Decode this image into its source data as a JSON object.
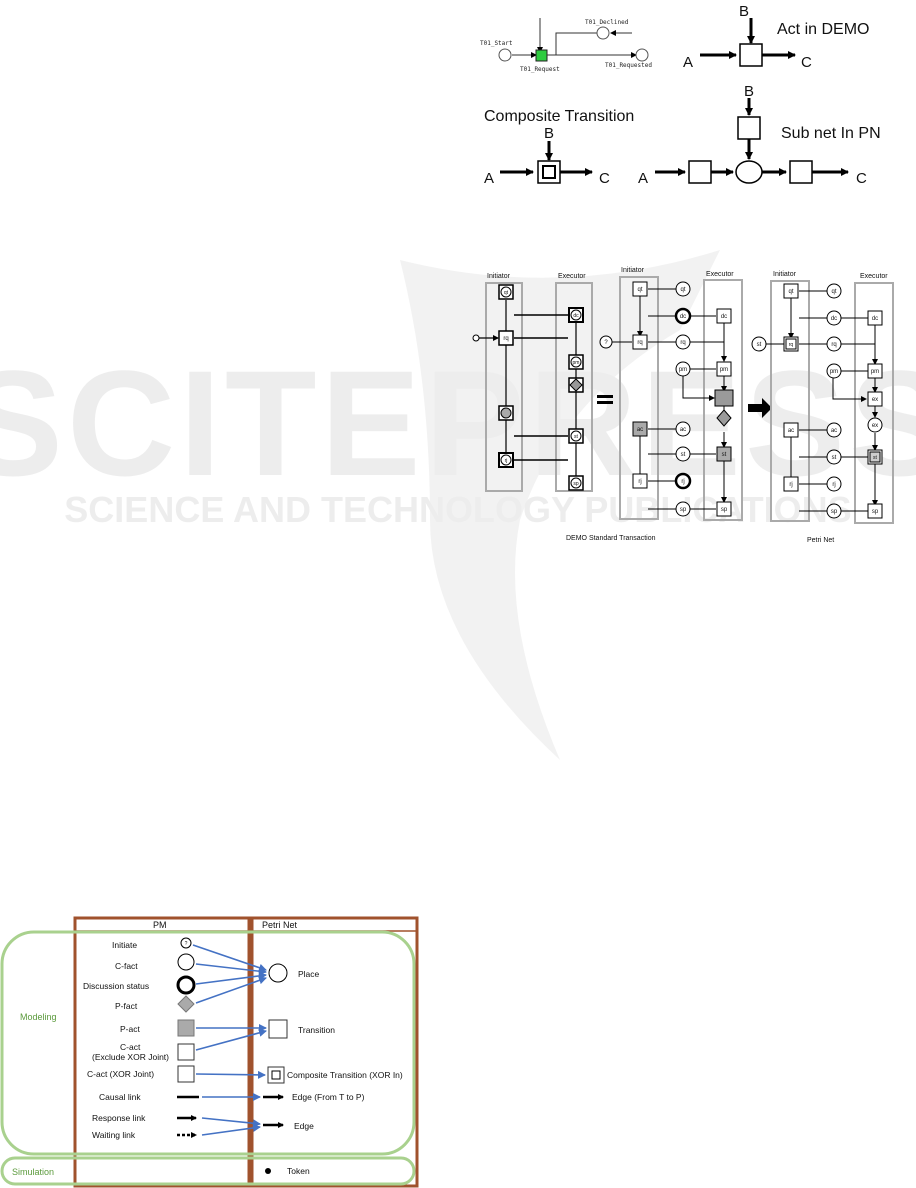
{
  "watermark": {
    "big": "SCITEPRESS",
    "small": "SCIENCE AND TECHNOLOGY PUBLICATIONS"
  },
  "fig_top": {
    "cpn": {
      "start": "T01_Start",
      "request": "T01_Request",
      "declined": "T01_Declined",
      "requested": "T01_Requested"
    },
    "act_demo": {
      "title": "Act in DEMO",
      "a": "A",
      "b": "B",
      "c": "C"
    },
    "composite": {
      "title": "Composite Transition",
      "a": "A",
      "b": "B",
      "c": "C"
    },
    "subnet": {
      "title": "Sub net In PN",
      "a": "A",
      "b": "B",
      "c": "C"
    }
  },
  "fig_mid": {
    "initiator": "Initiator",
    "executor": "Executor",
    "caption_demo": "DEMO Standard Transaction",
    "caption_pn": "Petri Net",
    "start_mark": "?",
    "st": "st",
    "acts": {
      "qt": "qt",
      "rq": "rq",
      "dc": "dc",
      "pm": "pm",
      "ac": "ac",
      "st": "st",
      "rj": "rj",
      "sp": "sp",
      "ex": "ex"
    }
  },
  "fig_bottom": {
    "col_pm": "PM",
    "col_pn": "Petri Net",
    "row_modeling": "Modeling",
    "row_simulation": "Simulation",
    "initiate_mark": "?",
    "pm_items": {
      "initiate": "Initiate",
      "cfact": "C-fact",
      "discussion": "Discussion status",
      "pfact": "P-fact",
      "pact": "P-act",
      "cact_ex": "C-act",
      "cact_ex2": "(Exclude XOR Joint)",
      "cact_xor": "C-act  (XOR Joint)",
      "causal": "Causal link",
      "response": "Response link",
      "waiting": "Waiting link"
    },
    "pn_items": {
      "place": "Place",
      "transition": "Transition",
      "composite": "Composite Transition (XOR In)",
      "edge_tp": "Edge (From T to P)",
      "edge": "Edge",
      "token": "Token"
    },
    "colors": {
      "frame": "#a0522d",
      "row": "#a9d18e",
      "arrow": "#4472c4",
      "label": "#5b9a3c"
    }
  }
}
